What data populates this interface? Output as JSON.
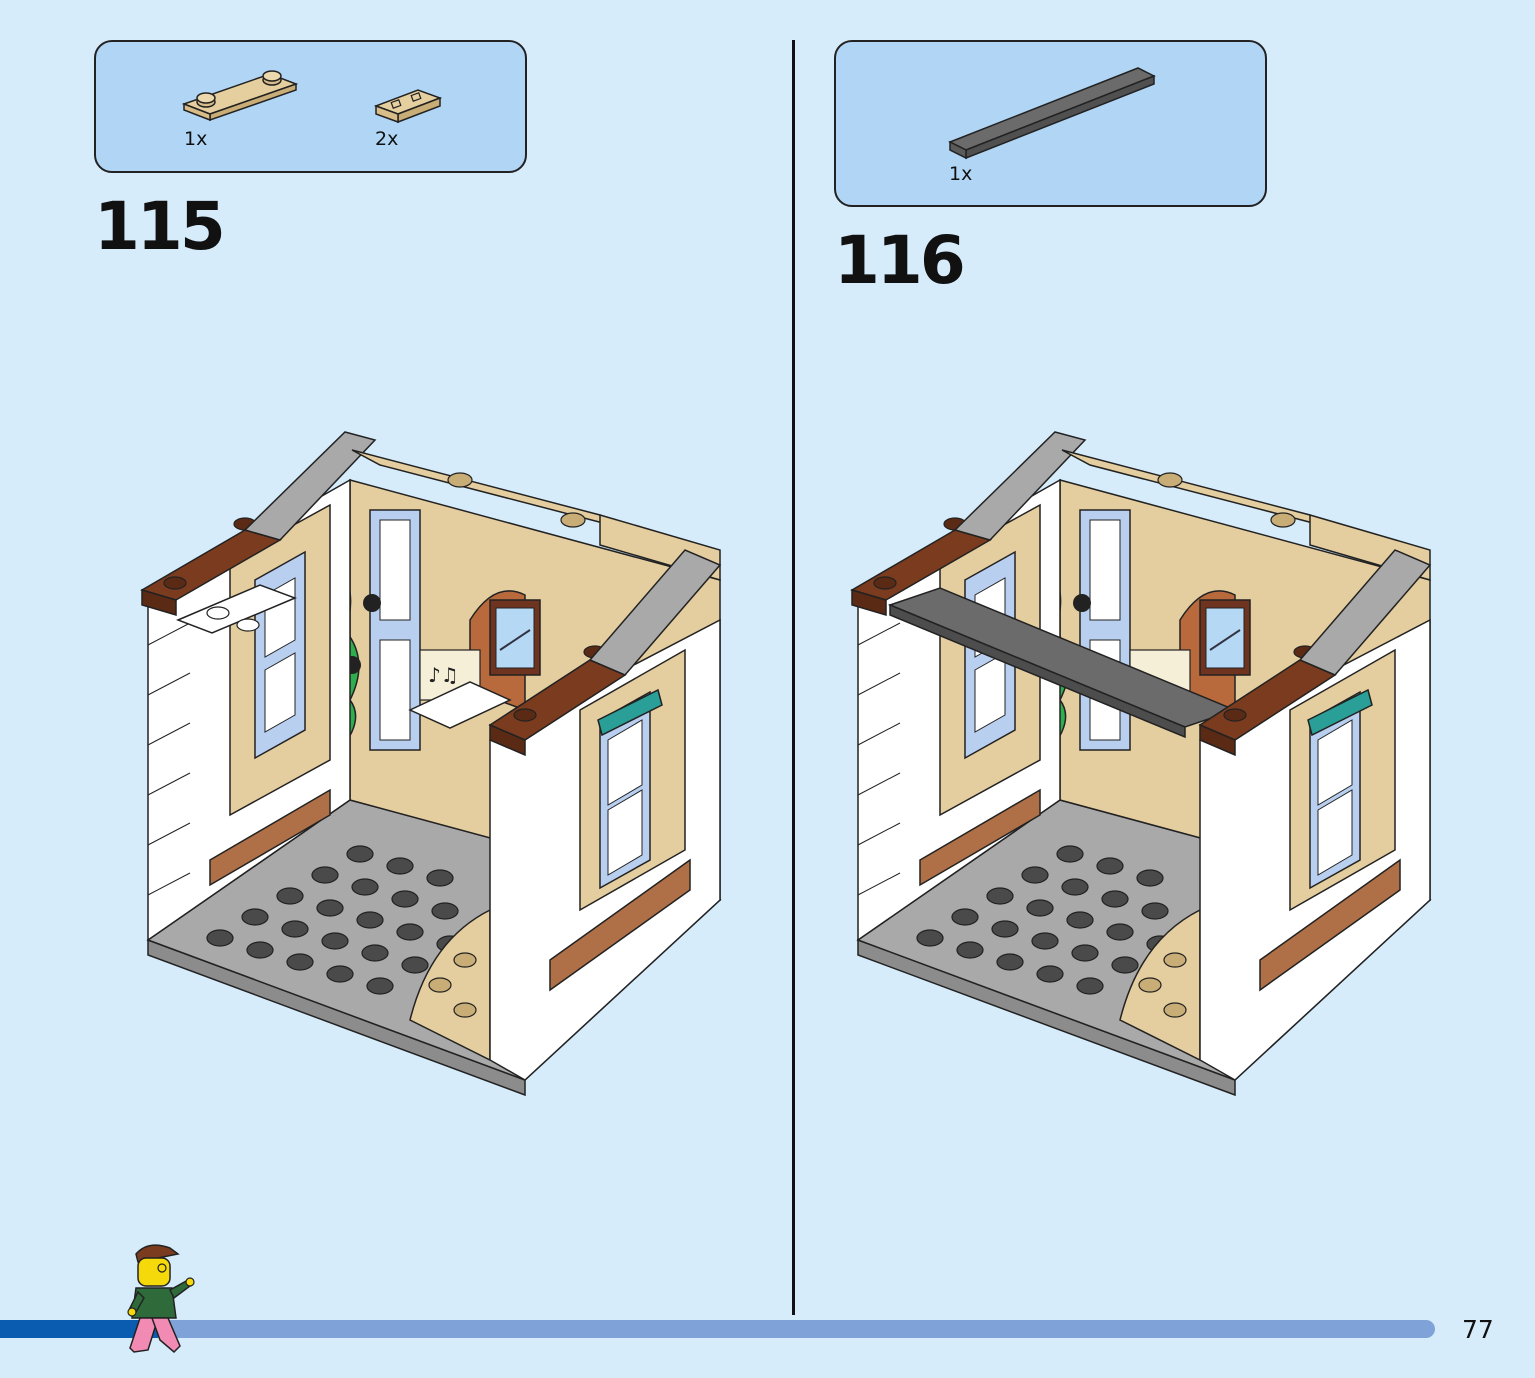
{
  "steps": [
    {
      "number": "115",
      "parts": [
        {
          "qty": "1x",
          "icon": "tan-plate-1x4-with-2-studs"
        },
        {
          "qty": "2x",
          "icon": "tan-plate-1x2-with-clips"
        }
      ]
    },
    {
      "number": "116",
      "parts": [
        {
          "qty": "1x",
          "icon": "dark-gray-tile-1x8"
        }
      ]
    }
  ],
  "footer": {
    "page_number": "77",
    "progress": 0.11
  },
  "colors": {
    "background": "#d6ecfb",
    "callout": "#b1d6f5",
    "progress_track": "#7fa3d8",
    "progress_fill": "#0a5cb0",
    "brick_white": "#ffffff",
    "brick_tan": "#e4cd9e",
    "brick_brown": "#7a3b1e",
    "brick_dark_gray": "#6b6b6b",
    "brick_light_gray": "#a9a9a9",
    "plant_green": "#2fae4e",
    "teal": "#2a9f98"
  }
}
